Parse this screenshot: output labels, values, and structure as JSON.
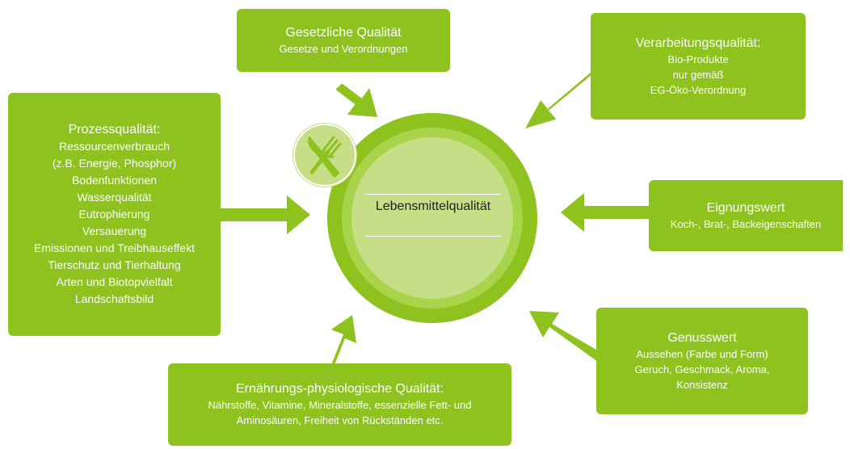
{
  "center": {
    "label": "Lebensmittelqualität",
    "icon": "fork-knife-icon"
  },
  "colors": {
    "green": "#8dc21f",
    "circle_outer": "#8dc21f",
    "circle_ring": "#a9d34a",
    "circle_inner": "#c6de86",
    "icon_bg": "#c6de86"
  },
  "boxes": {
    "gesetz": {
      "title": "Gesetzliche Qualität",
      "lines": [
        "Gesetze und Verordnungen"
      ]
    },
    "verarbeitung": {
      "title": "Verarbeitungsqualität:",
      "lines": [
        "Bio-Produkte",
        "nur gemäß",
        "EG-Öko-Verordnung"
      ]
    },
    "prozess": {
      "title": "Prozessqualität:",
      "lines": [
        "Ressourcenverbrauch",
        "(z.B. Energie, Phosphor)",
        "Bodenfunktionen",
        "Wasserqualität",
        "Eutrophierung",
        "Versauerung",
        "Emissionen und Treibhauseffekt",
        "Tierschutz und Tierhaltung",
        "Arten und Biotopvielfalt",
        "Landschaftsbild"
      ]
    },
    "eignung": {
      "title": "Eignungswert",
      "lines": [
        "Koch-, Brat-, Backeigenschaften"
      ]
    },
    "genuss": {
      "title": "Genusswert",
      "lines": [
        "Aussehen (Farbe und Form)",
        "Geruch, Geschmack, Aroma,",
        "Konsistenz"
      ]
    },
    "ernaehrung": {
      "title": "Ernährungs-physiologische Qualität:",
      "lines": [
        "Nährstoffe, Vitamine, Mineralstoffe, essenzielle Fett- und",
        "Aminosäuren, Freiheit von Rückständen etc."
      ]
    }
  }
}
